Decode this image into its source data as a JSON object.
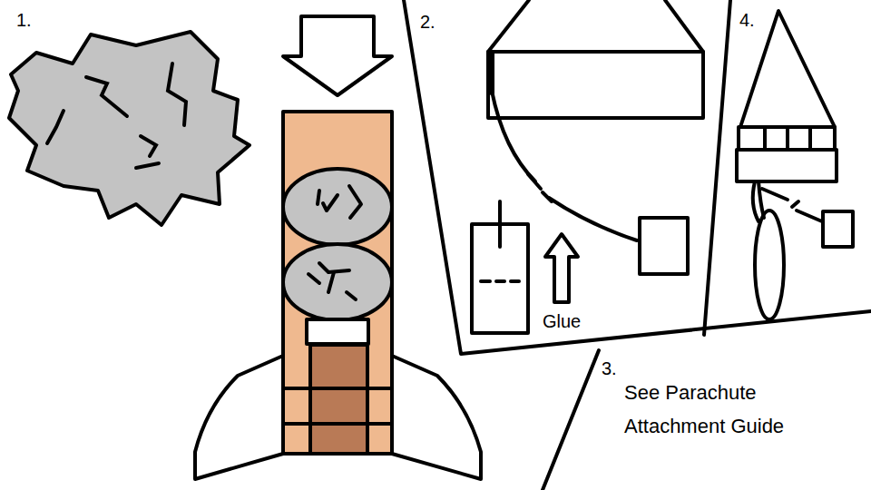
{
  "diagram": {
    "labels": [
      "1.",
      "2.",
      "4.",
      "Glue",
      "3.",
      "See Parachute Attachment Guide"
    ]
  }
}
